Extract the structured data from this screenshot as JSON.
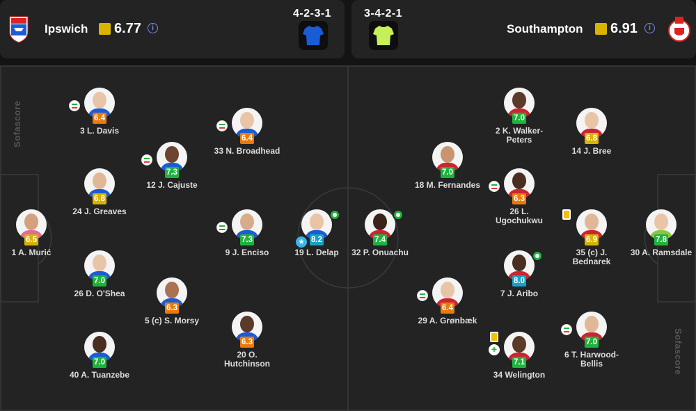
{
  "colors": {
    "rating_green": "#1fb33d",
    "rating_yellow": "#d9b301",
    "rating_orange": "#e97b0b",
    "rating_blue": "#1aa0c7",
    "rating_teal": "#16a4ac"
  },
  "home": {
    "name": "Ipswich",
    "rating": "6.77",
    "formation": "4-2-3-1",
    "kit_color": "#1a5bd6",
    "info_icon": "i"
  },
  "away": {
    "name": "Southampton",
    "rating": "6.91",
    "formation": "3-4-2-1",
    "kit_color": "#c7ef5a",
    "info_icon": "i"
  },
  "watermark": "Sofascore",
  "players": [
    {
      "label": "3 L. Davis",
      "rating": "6.4",
      "color": "#e97b0b",
      "skin": "#e9c5a8",
      "shirt": "#1a5bd6",
      "icons": [
        "sub"
      ]
    },
    {
      "label": "33 N. Broadhead",
      "rating": "6.4",
      "color": "#e97b0b",
      "skin": "#e9c5a8",
      "shirt": "#1a5bd6",
      "icons": [
        "sub"
      ]
    },
    {
      "label": "12 J. Cajuste",
      "rating": "7.3",
      "color": "#1fb33d",
      "skin": "#6b4530",
      "shirt": "#1a5bd6",
      "icons": [
        "sub"
      ]
    },
    {
      "label": "24 J. Greaves",
      "rating": "6.8",
      "color": "#d9b301",
      "skin": "#e0b898",
      "shirt": "#1a5bd6",
      "icons": []
    },
    {
      "label": "1 A. Murić",
      "rating": "6.5",
      "color": "#d9b301",
      "skin": "#d2a27e",
      "shirt": "#e06a9a",
      "icons": []
    },
    {
      "label": "9 J. Enciso",
      "rating": "7.3",
      "color": "#1fb33d",
      "skin": "#d8ac8a",
      "shirt": "#1a5bd6",
      "icons": [
        "sub"
      ]
    },
    {
      "label": "19 L. Delap",
      "rating": "8.2",
      "color": "#1aa0c7",
      "skin": "#e9c5a8",
      "shirt": "#1a5bd6",
      "icons": [
        "goal",
        "star"
      ]
    },
    {
      "label": "26 D. O'Shea",
      "rating": "7.0",
      "color": "#1fb33d",
      "skin": "#e9c5a8",
      "shirt": "#1a5bd6",
      "icons": []
    },
    {
      "label": "5 (c) S. Morsy",
      "rating": "6.3",
      "color": "#e97b0b",
      "skin": "#a97352",
      "shirt": "#1a5bd6",
      "icons": []
    },
    {
      "label": "20 O. Hutchinson",
      "rating": "6.3",
      "color": "#e97b0b",
      "skin": "#5a3a28",
      "shirt": "#1a5bd6",
      "icons": []
    },
    {
      "label": "40 A. Tuanzebe",
      "rating": "7.0",
      "color": "#1fb33d",
      "skin": "#4a2e20",
      "shirt": "#1a5bd6",
      "icons": []
    },
    {
      "label": "2 K. Walker-Peters",
      "rating": "7.0",
      "color": "#1fb33d",
      "skin": "#5a3a28",
      "shirt": "#cc2430",
      "icons": []
    },
    {
      "label": "14 J. Bree",
      "rating": "6.8",
      "color": "#d9b301",
      "skin": "#e9c5a8",
      "shirt": "#cc2430",
      "icons": []
    },
    {
      "label": "18 M. Fernandes",
      "rating": "7.0",
      "color": "#1fb33d",
      "skin": "#c99470",
      "shirt": "#cc2430",
      "icons": []
    },
    {
      "label": "26 L. Ugochukwu",
      "rating": "6.3",
      "color": "#e97b0b",
      "skin": "#4a2e20",
      "shirt": "#cc2430",
      "icons": [
        "sub"
      ]
    },
    {
      "label": "32 P. Onuachu",
      "rating": "7.4",
      "color": "#1fb33d",
      "skin": "#3a2418",
      "shirt": "#cc2430",
      "icons": [
        "goal"
      ]
    },
    {
      "label": "35 (c) J. Bednarek",
      "rating": "6.9",
      "color": "#d9b301",
      "skin": "#e0b898",
      "shirt": "#cc2430",
      "icons": [
        "yellow"
      ]
    },
    {
      "label": "30 A. Ramsdale",
      "rating": "7.8",
      "color": "#1fb33d",
      "skin": "#e9c5a8",
      "shirt": "#8cc63f",
      "icons": []
    },
    {
      "label": "7 J. Aribo",
      "rating": "8.0",
      "color": "#1aa0c7",
      "skin": "#4a2e20",
      "shirt": "#cc2430",
      "icons": [
        "goal"
      ]
    },
    {
      "label": "29 A. Grønbæk",
      "rating": "6.4",
      "color": "#e97b0b",
      "skin": "#e9c5a8",
      "shirt": "#cc2430",
      "icons": [
        "sub"
      ]
    },
    {
      "label": "6 T. Harwood-Bellis",
      "rating": "7.0",
      "color": "#1fb33d",
      "skin": "#e0b898",
      "shirt": "#cc2430",
      "icons": [
        "sub"
      ]
    },
    {
      "label": "34 Welington",
      "rating": "7.1",
      "color": "#1fb33d",
      "skin": "#5a3a28",
      "shirt": "#cc2430",
      "icons": [
        "yellow",
        "plus"
      ]
    }
  ]
}
